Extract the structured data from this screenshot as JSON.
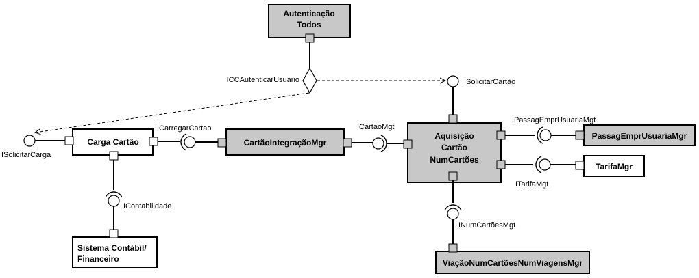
{
  "components": {
    "autenticacao": {
      "line1": "Autenticação",
      "line2": "Todos"
    },
    "carga_cartao": {
      "label": "Carga Cartão"
    },
    "cartao_integracao_mgr": {
      "label": "CartãoIntegraçãoMgr"
    },
    "aquisicao": {
      "line1": "Aquisição",
      "line2": "Cartão",
      "line3": "NumCartões"
    },
    "passag_empr_usuaria_mgr": {
      "label": "PassagEmprUsuariaMgr"
    },
    "tarifa_mgr": {
      "label": "TarifaMgr"
    },
    "sistema_contabil": {
      "line1": "Sistema Contábil/",
      "line2": "Financeiro"
    },
    "viacao_num_cartoes_mgr": {
      "label": "ViaçãoNumCartõesNumViagensMgr"
    }
  },
  "interfaces": {
    "icc_autenticar_usuario": "ICCAutenticarUsuario",
    "i_solicitar_cartao": "ISolicitarCartão",
    "i_solicitar_carga": "ISolicitarCarga",
    "i_carregar_cartao": "ICarregarCartao",
    "i_cartao_mgt": "ICartaoMgt",
    "i_passag_empr_usuaria_mgt": "IPassagEmprUsuariaMgt",
    "i_tarifa_mgt": "ITarifaMgt",
    "i_contabilidade": "IContabilidade",
    "i_num_cartoes_mgt": "INumCartõesMgt"
  },
  "colors": {
    "component_fill": "#c8c8c8",
    "stroke": "#000000",
    "background": "#ffffff"
  }
}
